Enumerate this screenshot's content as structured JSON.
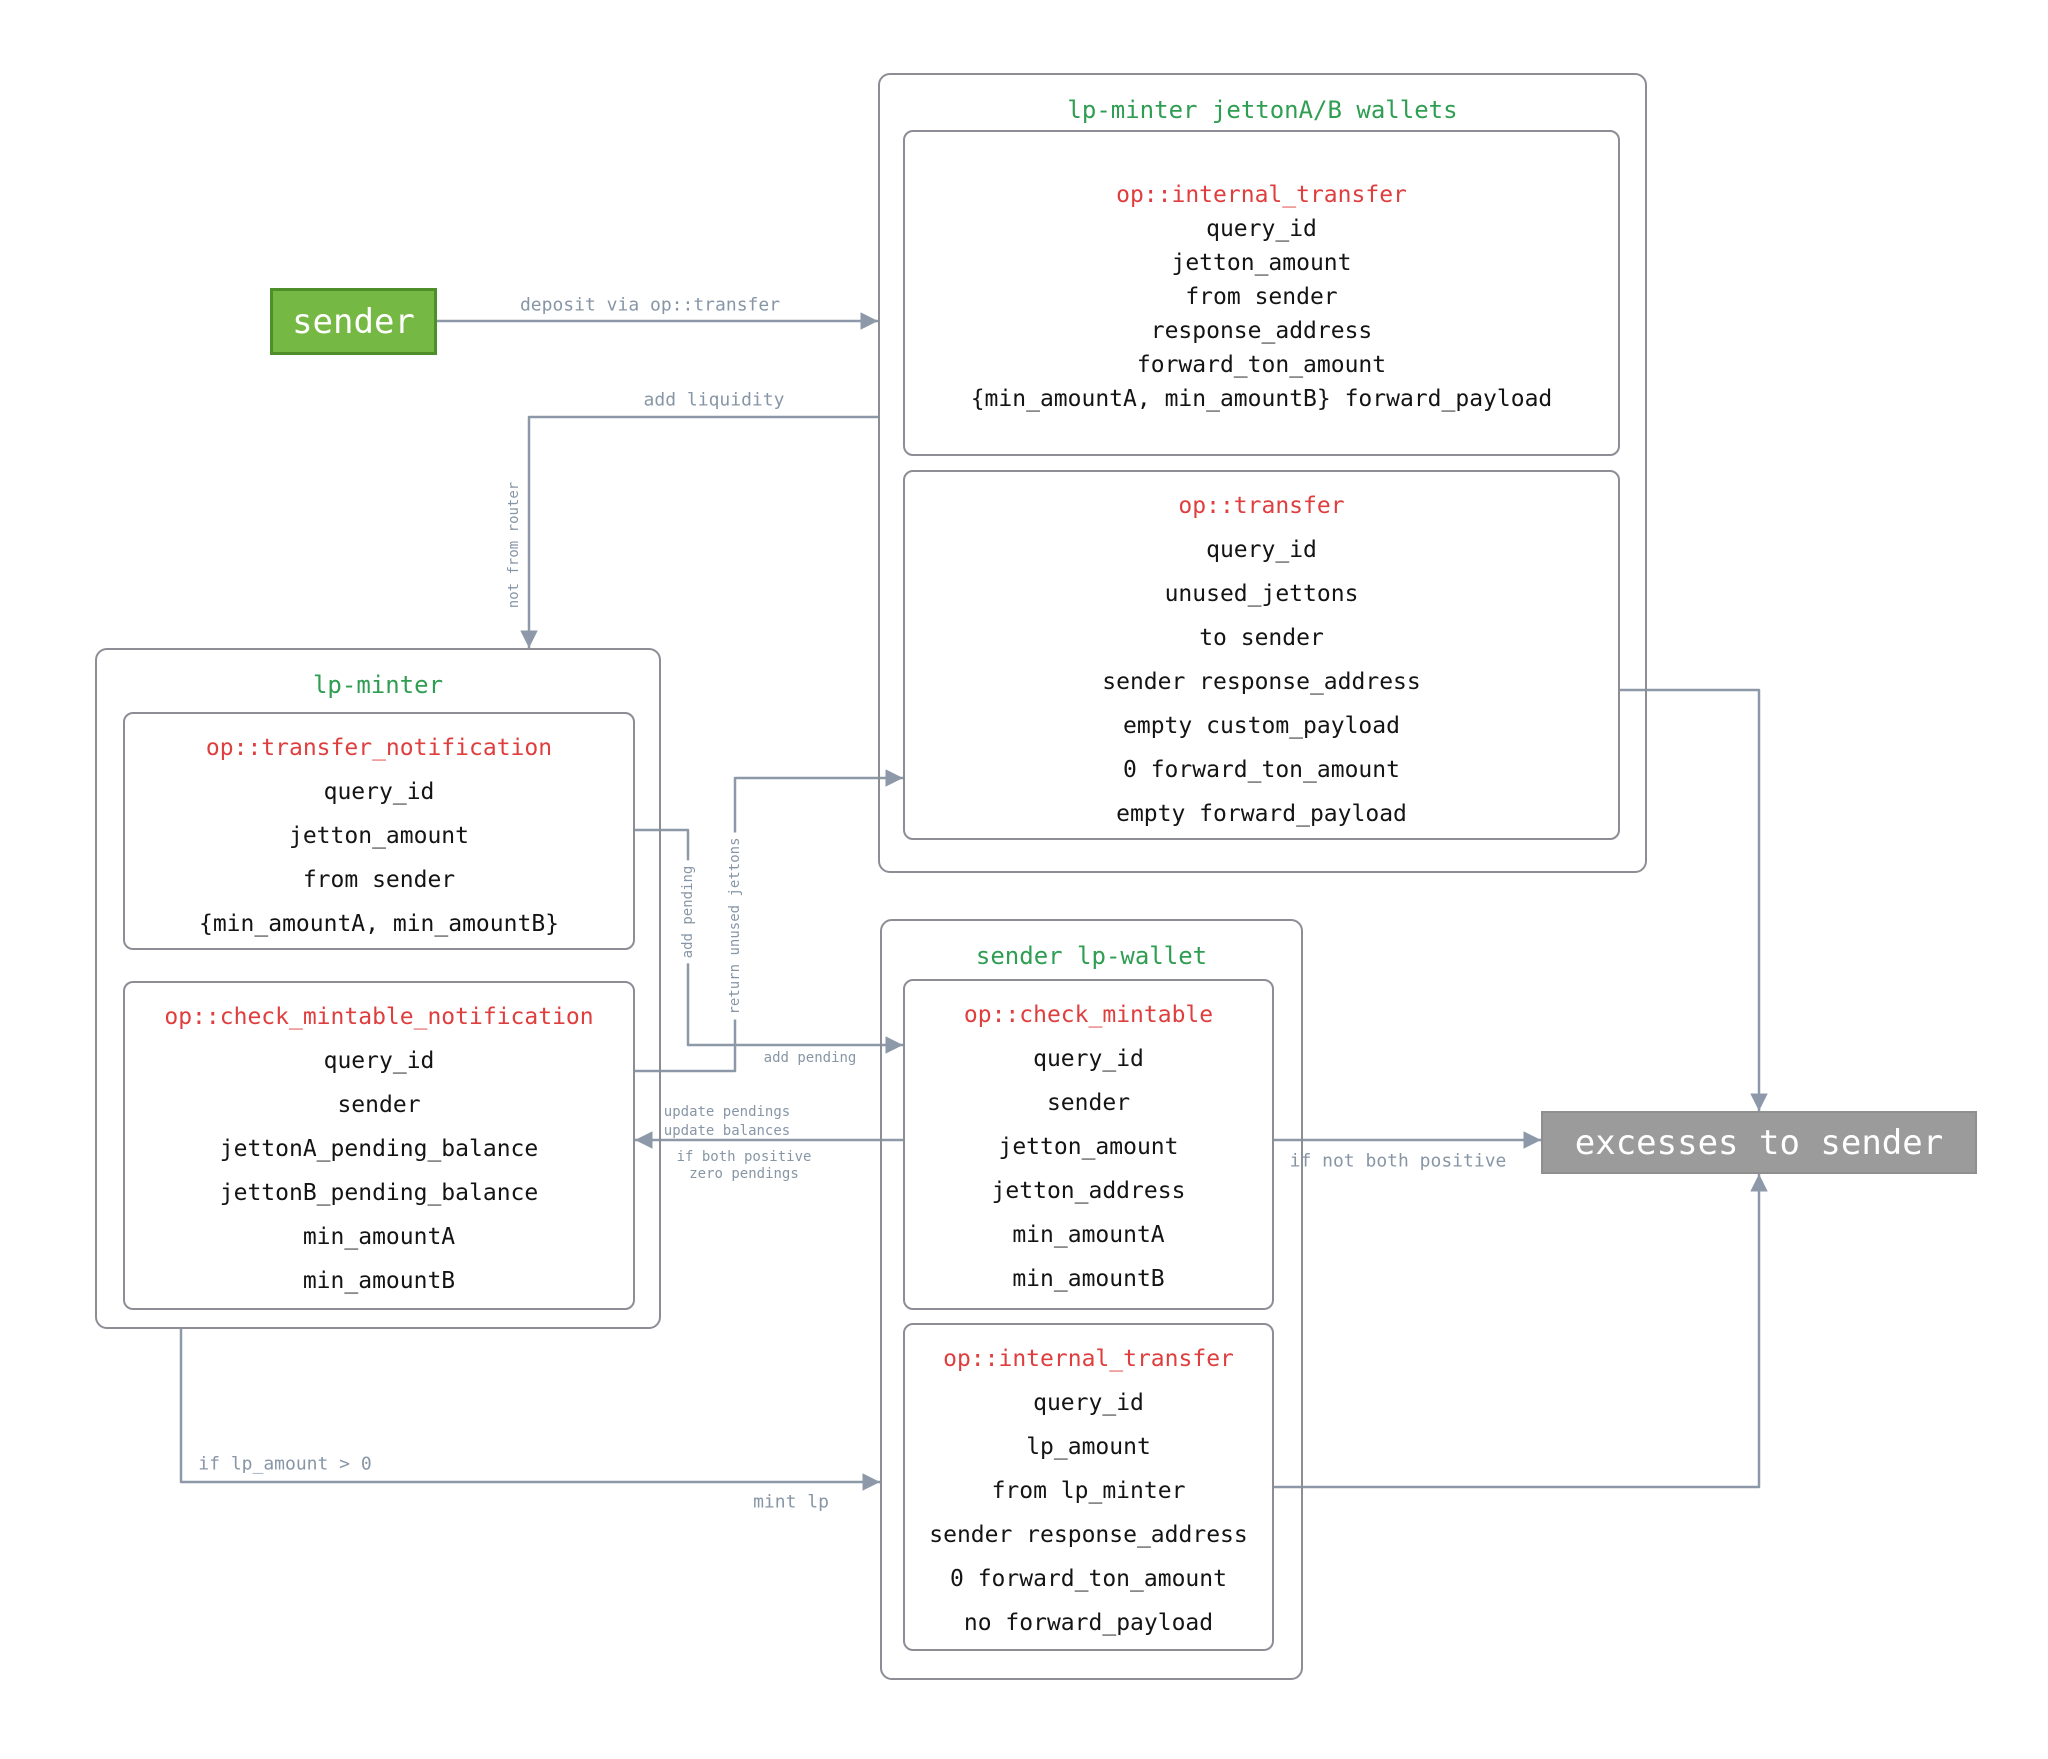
{
  "colors": {
    "green_title": "#2f9e52",
    "red_title": "#df3e3e",
    "sender_fill": "#75b843",
    "sender_border": "#4e8f2a",
    "excesses_fill": "#9b9b9b",
    "edge": "#8d99a8",
    "edge_label": "#8796a6",
    "box_border": "#8d8d96",
    "text": "#141414"
  },
  "nodes": {
    "sender": "sender",
    "excesses": "excesses to sender"
  },
  "groups": {
    "jetton_wallets": {
      "title": "lp-minter jettonA/B wallets",
      "internal_transfer": {
        "title": "op::internal_transfer",
        "lines": [
          "query_id",
          "jetton_amount",
          "from sender",
          "response_address",
          "forward_ton_amount",
          "{min_amountA, min_amountB} forward_payload"
        ]
      },
      "transfer": {
        "title": "op::transfer",
        "lines": [
          "query_id",
          "unused_jettons",
          "to sender",
          "sender response_address",
          "empty custom_payload",
          "0 forward_ton_amount",
          "empty forward_payload"
        ]
      }
    },
    "lp_minter": {
      "title": "lp-minter",
      "transfer_notification": {
        "title": "op::transfer_notification",
        "lines": [
          "query_id",
          "jetton_amount",
          "from sender",
          "{min_amountA, min_amountB}"
        ]
      },
      "check_mintable_notification": {
        "title": "op::check_mintable_notification",
        "lines": [
          "query_id",
          "sender",
          "jettonA_pending_balance",
          "jettonB_pending_balance",
          "min_amountA",
          "min_amountB"
        ]
      }
    },
    "lp_wallet": {
      "title": "sender lp-wallet",
      "check_mintable": {
        "title": "op::check_mintable",
        "lines": [
          "query_id",
          "sender",
          "jetton_amount",
          "jetton_address",
          "min_amountA",
          "min_amountB"
        ]
      },
      "internal_transfer": {
        "title": "op::internal_transfer",
        "lines": [
          "query_id",
          "lp_amount",
          "from lp_minter",
          "sender response_address",
          "0 forward_ton_amount",
          "no forward_payload"
        ]
      }
    }
  },
  "edge_labels": {
    "deposit": "deposit via op::transfer",
    "add_liquidity": "add liquidity",
    "not_from_router": "not from router",
    "add_pending_vertical": "add pending",
    "return_unused_jettons": "return unused jettons",
    "add_pending": "add pending",
    "update_pendings": "update pendings",
    "update_balances": "update balances",
    "if_both_positive": "if both positive",
    "zero_pendings": "zero pendings",
    "if_not_both_positive": "if not both positive",
    "if_lp_amount_positive": "if lp_amount > 0",
    "mint_lp": "mint lp"
  }
}
